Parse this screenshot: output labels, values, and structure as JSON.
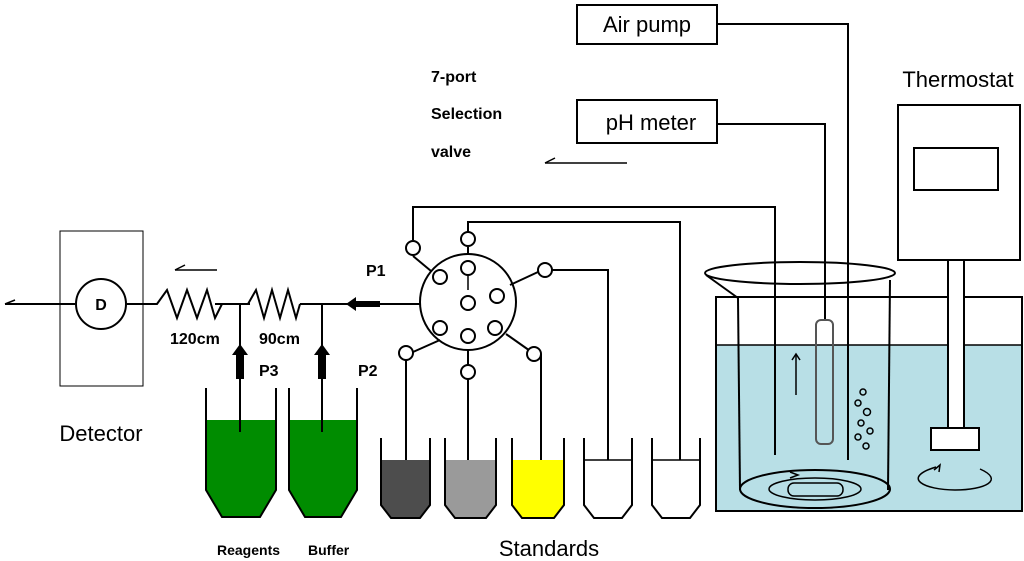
{
  "colors": {
    "water": "#b8dfe6",
    "reagent_green": "#008c00",
    "standard_dark": "#4d4d4d",
    "standard_gray": "#9a9a9a",
    "standard_yellow": "#ffff00"
  },
  "labels": {
    "air_pump": "Air pump",
    "ph_meter": "pH meter",
    "thermostat": "Thermostat",
    "valve_line1": "7-port",
    "valve_line2": "Selection",
    "valve_line3": "valve",
    "detector": "Detector",
    "detector_symbol": "D",
    "coil1": "120cm",
    "coil2": "90cm",
    "pump1": "P1",
    "pump2": "P2",
    "pump3": "P3",
    "reagents": "Reagents",
    "buffer": "Buffer",
    "standards": "Standards"
  }
}
